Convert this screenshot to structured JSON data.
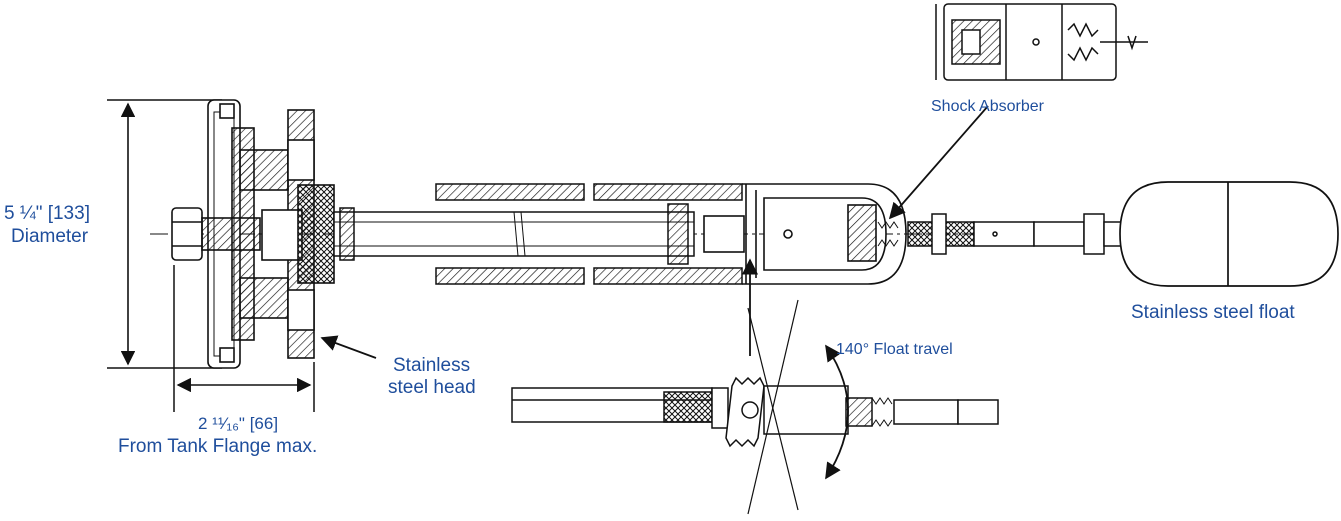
{
  "labels": {
    "shock_absorber": "Shock Absorber",
    "diameter_value": "5 ¼\" [133]",
    "diameter_word": "Diameter",
    "head_line1": "Stainless",
    "head_line2": "steel head",
    "flange_value": "2 ¹¹⁄₁₆\" [66]",
    "flange_line2": "From Tank Flange max.",
    "float_travel": "140° Float travel",
    "float": "Stainless steel float"
  },
  "colors": {
    "label": "#1f4e9c",
    "line": "#111111"
  }
}
